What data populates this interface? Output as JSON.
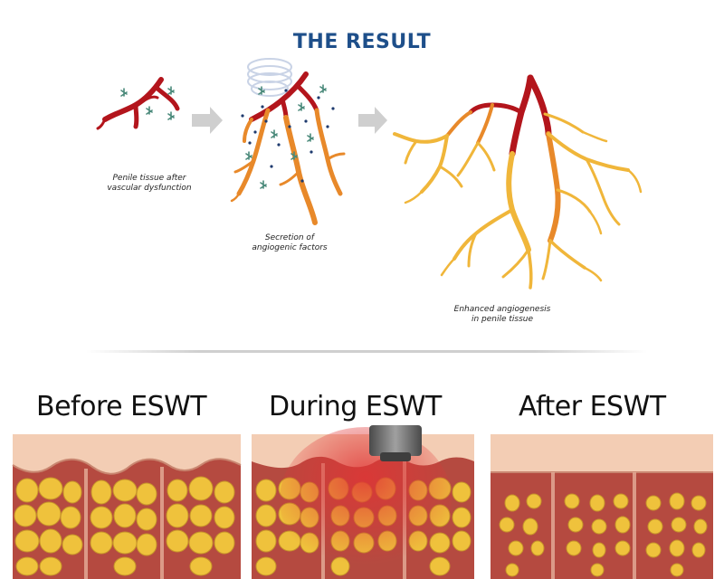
{
  "header": {
    "title": "THE RESULT"
  },
  "captions": {
    "step1": [
      "Penile tissue after",
      "vascular dysfunction"
    ],
    "step2": [
      "Secretion of",
      "angiogenic factors"
    ],
    "step3": [
      "Enhanced angiogenesis",
      "in penile tissue"
    ]
  },
  "panels": [
    {
      "title": "Before ESWT"
    },
    {
      "title": "During ESWT"
    },
    {
      "title": "After ESWT"
    }
  ],
  "colors": {
    "title_blue": "#1e4f8a",
    "artery_red": "#b3151c",
    "vessel_orange": "#e8892a",
    "vessel_yellow": "#f0b63a",
    "arrow_gray": "#cfcfcf",
    "skin_pink": "#f3cdb4",
    "tissue_red": "#b54a40",
    "fat_yellow": "#efc23c",
    "shock_red": "#e03535",
    "applicator_gray": "#6b6b6b"
  },
  "icons": [
    "arrow-right-icon",
    "shockwave-icon",
    "angiogenic-factor-icon",
    "applicator-icon"
  ]
}
